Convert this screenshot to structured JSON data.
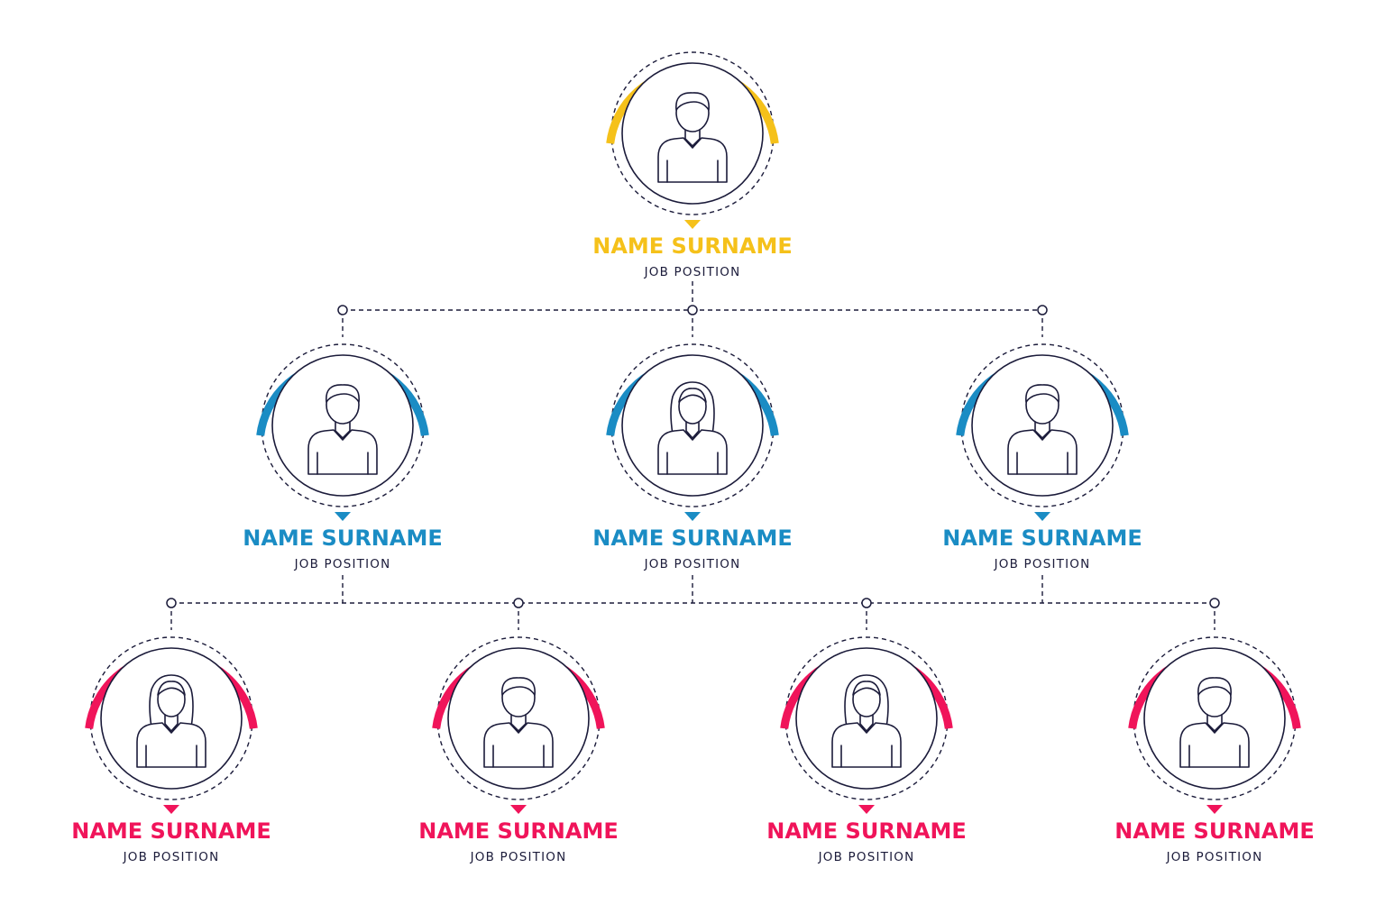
{
  "palette": {
    "level_1": "#f5c11a",
    "level_2": "#1a8cc4",
    "level_3": "#f0145a",
    "line": "#1b1b3a"
  },
  "members": [
    {
      "id": "ceo",
      "level": 1,
      "icon": "man-avatar-icon",
      "name": "NAME SURNAME",
      "role": "JOB POSITION"
    },
    {
      "id": "manager-1",
      "level": 2,
      "parent": "ceo",
      "icon": "man-avatar-icon",
      "name": "NAME SURNAME",
      "role": "JOB POSITION"
    },
    {
      "id": "manager-2",
      "level": 2,
      "parent": "ceo",
      "icon": "woman-avatar-icon",
      "name": "NAME SURNAME",
      "role": "JOB POSITION"
    },
    {
      "id": "manager-3",
      "level": 2,
      "parent": "ceo",
      "icon": "man-avatar-icon",
      "name": "NAME SURNAME",
      "role": "JOB POSITION"
    },
    {
      "id": "staff-1",
      "level": 3,
      "icon": "woman-avatar-icon",
      "name": "NAME SURNAME",
      "role": "JOB POSITION"
    },
    {
      "id": "staff-2",
      "level": 3,
      "icon": "man-avatar-icon",
      "name": "NAME SURNAME",
      "role": "JOB POSITION"
    },
    {
      "id": "staff-3",
      "level": 3,
      "icon": "woman-avatar-icon",
      "name": "NAME SURNAME",
      "role": "JOB POSITION"
    },
    {
      "id": "staff-4",
      "level": 3,
      "icon": "man-avatar-icon",
      "name": "NAME SURNAME",
      "role": "JOB POSITION"
    }
  ]
}
